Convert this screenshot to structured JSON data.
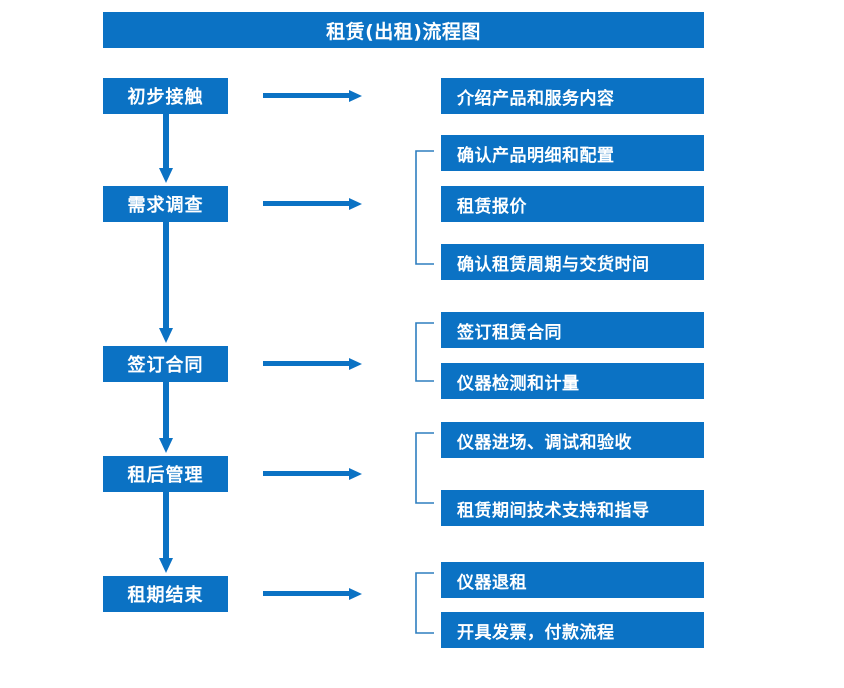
{
  "title": "租赁(出租)流程图",
  "colors": {
    "primary_blue": "#0b72c4",
    "bracket_blue": "#2e7ebf",
    "text_white": "#ffffff",
    "background": "#ffffff"
  },
  "chart_data": {
    "type": "table",
    "title": "租赁(出租)流程图",
    "stages": [
      {
        "stage": "初步接触",
        "details": [
          "介绍产品和服务内容"
        ]
      },
      {
        "stage": "需求调查",
        "details": [
          "确认产品明细和配置",
          "租赁报价",
          "确认租赁周期与交货时间"
        ]
      },
      {
        "stage": "签订合同",
        "details": [
          "签订租赁合同",
          "仪器检测和计量"
        ]
      },
      {
        "stage": "租后管理",
        "details": [
          "仪器进场、调试和验收",
          "租赁期间技术支持和指导"
        ]
      },
      {
        "stage": "租期结束",
        "details": [
          "仪器退租",
          "开具发票，付款流程"
        ]
      }
    ]
  },
  "stages": [
    {
      "label": "初步接触"
    },
    {
      "label": "需求调查"
    },
    {
      "label": "签订合同"
    },
    {
      "label": "租后管理"
    },
    {
      "label": "租期结束"
    }
  ],
  "details": [
    {
      "label": "介绍产品和服务内容"
    },
    {
      "label": "确认产品明细和配置"
    },
    {
      "label": "租赁报价"
    },
    {
      "label": "确认租赁周期与交货时间"
    },
    {
      "label": "签订租赁合同"
    },
    {
      "label": "仪器检测和计量"
    },
    {
      "label": "仪器进场、调试和验收"
    },
    {
      "label": "租赁期间技术支持和指导"
    },
    {
      "label": "仪器退租"
    },
    {
      "label": "开具发票，付款流程"
    }
  ]
}
